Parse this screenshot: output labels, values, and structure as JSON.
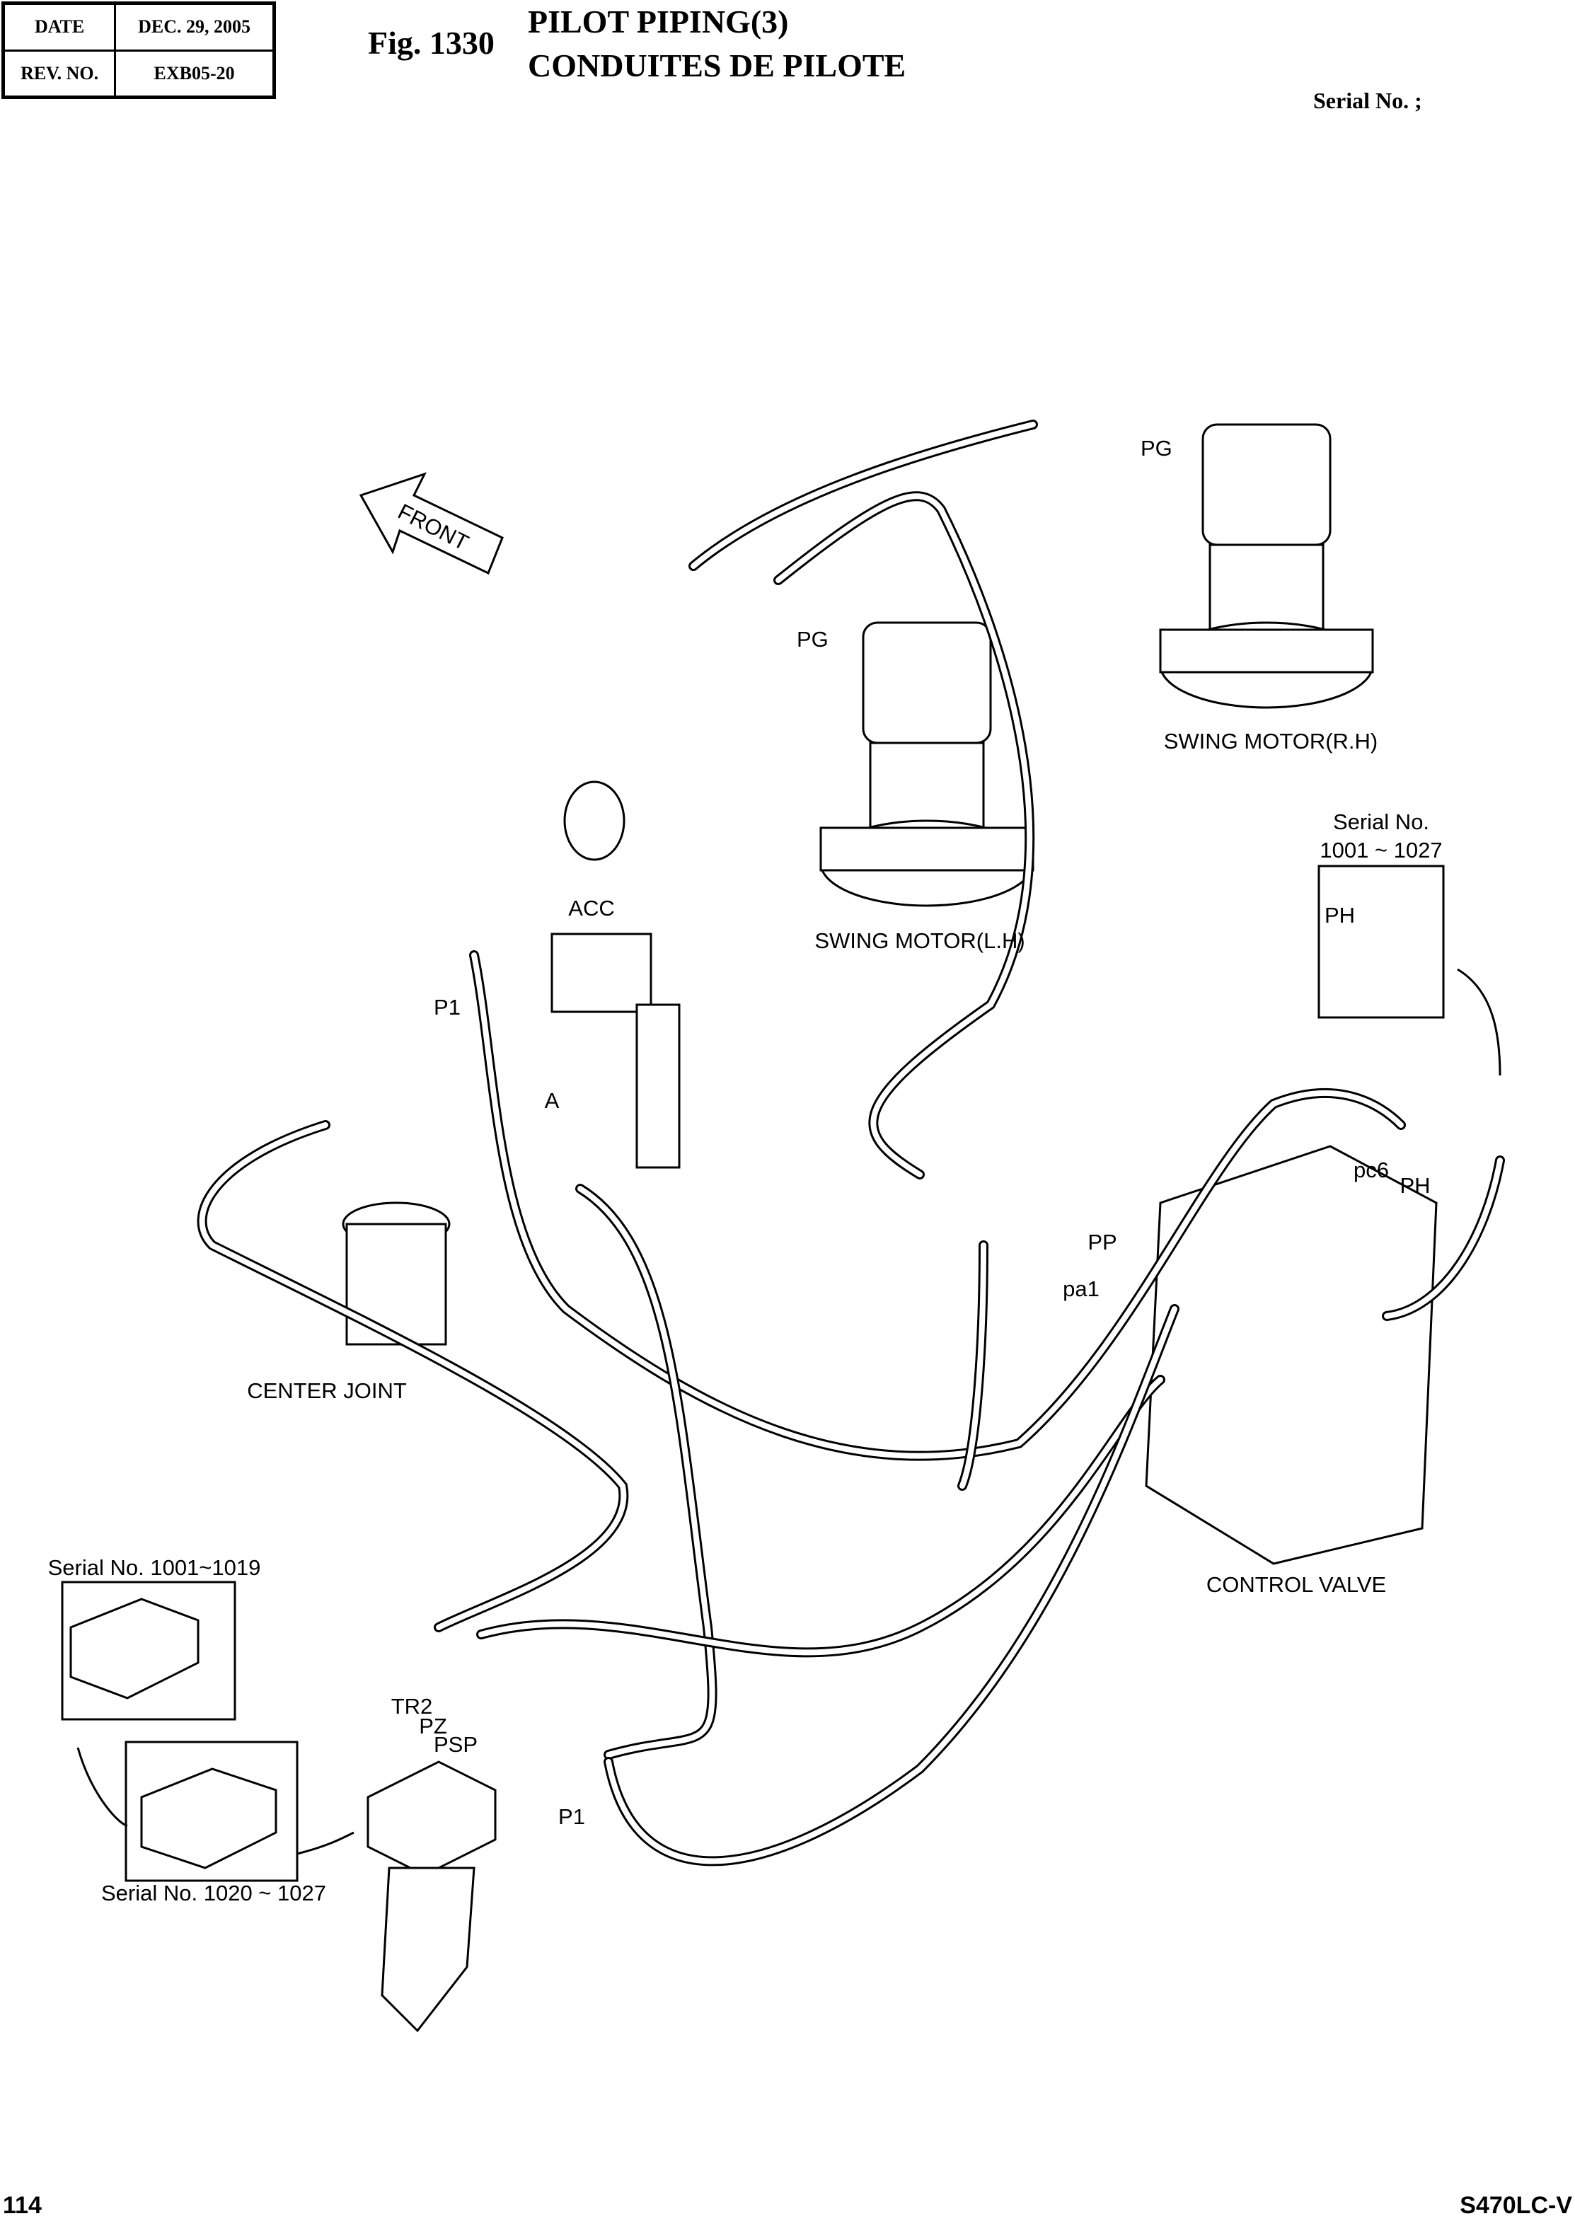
{
  "header": {
    "date_label": "DATE",
    "date_value": "DEC. 29, 2005",
    "rev_label": "REV. NO.",
    "rev_value": "EXB05-20",
    "fig_number": "Fig. 1330",
    "title_en": "PILOT PIPING(3)",
    "title_fr": "CONDUITES DE PILOTE",
    "serial": "Serial No. ;"
  },
  "diagram": {
    "front_arrow": "FRONT",
    "labels": {
      "pg_upper": "PG",
      "pg_lower": "PG",
      "swing_motor_rh": "SWING MOTOR(R.H)",
      "swing_motor_lh": "SWING MOTOR(L.H)",
      "inset_rh_serial": "Serial No.",
      "inset_rh_range": "1001 ~ 1027",
      "inset_ph": "PH",
      "acc": "ACC",
      "p1_upper": "P1",
      "a": "A",
      "pc6": "pc6",
      "ph": "PH",
      "pp": "PP",
      "pa1": "pa1",
      "center_joint": "CENTER JOINT",
      "inset_left_top_serial": "Serial No. 1001~1019",
      "control_valve": "CONTROL VALVE",
      "tr2": "TR2",
      "pz": "PZ",
      "psp": "PSP",
      "p1_lower": "P1",
      "inset_left_bottom_serial": "Serial No. 1020 ~ 1027"
    }
  },
  "footer": {
    "page": "114",
    "model": "S470LC-V"
  }
}
